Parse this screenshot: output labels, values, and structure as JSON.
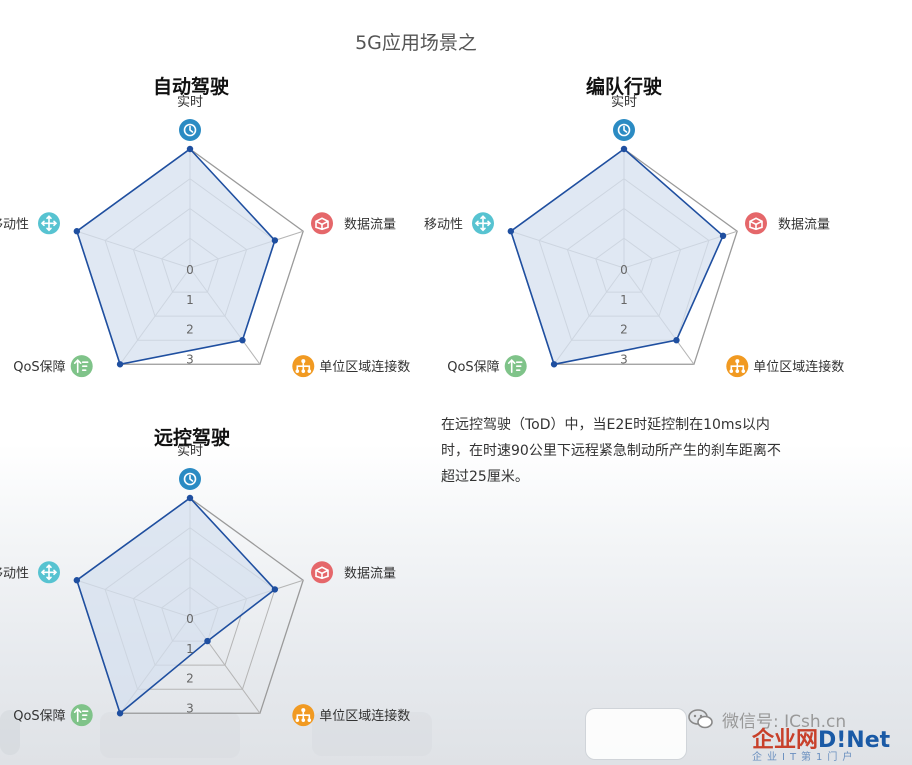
{
  "page": {
    "title": "5G应用场景之",
    "description": [
      "在远控驾驶（ToD）中，当E2E时延控制在10ms以内",
      "时，在时速90公里下远程紧急制动所产生的刹车距离不",
      "超过25厘米。"
    ],
    "watermark": {
      "wechat_text": "微信号: ICsh.cn",
      "logo_a": "企业网",
      "logo_b": "D!Net",
      "tagline": "企业IT第1门户"
    }
  },
  "chart_data": [
    {
      "type": "radar",
      "title": "自动驾驶",
      "axes": [
        "实时",
        "数据流量",
        "单位区域连接数",
        "QoS保障",
        "移动性"
      ],
      "axis_icons": [
        "clock-icon",
        "box-icon",
        "network-icon",
        "sort-icon",
        "move-icon"
      ],
      "axis_colors": [
        "#2b8bc3",
        "#e5676a",
        "#f19a22",
        "#7fc389",
        "#57c3d1"
      ],
      "ticks": [
        "0",
        "1",
        "2",
        "3"
      ],
      "range": [
        0,
        4
      ],
      "series": [
        {
          "values": [
            4,
            3,
            3,
            4,
            4
          ]
        }
      ]
    },
    {
      "type": "radar",
      "title": "编队行驶",
      "axes": [
        "实时",
        "数据流量",
        "单位区域连接数",
        "QoS保障",
        "移动性"
      ],
      "axis_icons": [
        "clock-icon",
        "box-icon",
        "network-icon",
        "sort-icon",
        "move-icon"
      ],
      "axis_colors": [
        "#2b8bc3",
        "#e5676a",
        "#f19a22",
        "#7fc389",
        "#57c3d1"
      ],
      "ticks": [
        "0",
        "1",
        "2",
        "3"
      ],
      "range": [
        0,
        4
      ],
      "series": [
        {
          "values": [
            4,
            3.5,
            3,
            4,
            4
          ]
        }
      ]
    },
    {
      "type": "radar",
      "title": "远控驾驶",
      "axes": [
        "实时",
        "数据流量",
        "单位区域连接数",
        "QoS保障",
        "移动性"
      ],
      "axis_icons": [
        "clock-icon",
        "box-icon",
        "network-icon",
        "sort-icon",
        "move-icon"
      ],
      "axis_colors": [
        "#2b8bc3",
        "#e5676a",
        "#f19a22",
        "#7fc389",
        "#57c3d1"
      ],
      "ticks": [
        "0",
        "1",
        "2",
        "3"
      ],
      "range": [
        0,
        4
      ],
      "series": [
        {
          "values": [
            4,
            3,
            1,
            4,
            4
          ]
        }
      ]
    }
  ],
  "colors": {
    "series_line": "#1f4fa0",
    "series_fill": "#d6e0ef",
    "grid": "#b5b5b5",
    "outer_grid": "#9a9a9a"
  }
}
